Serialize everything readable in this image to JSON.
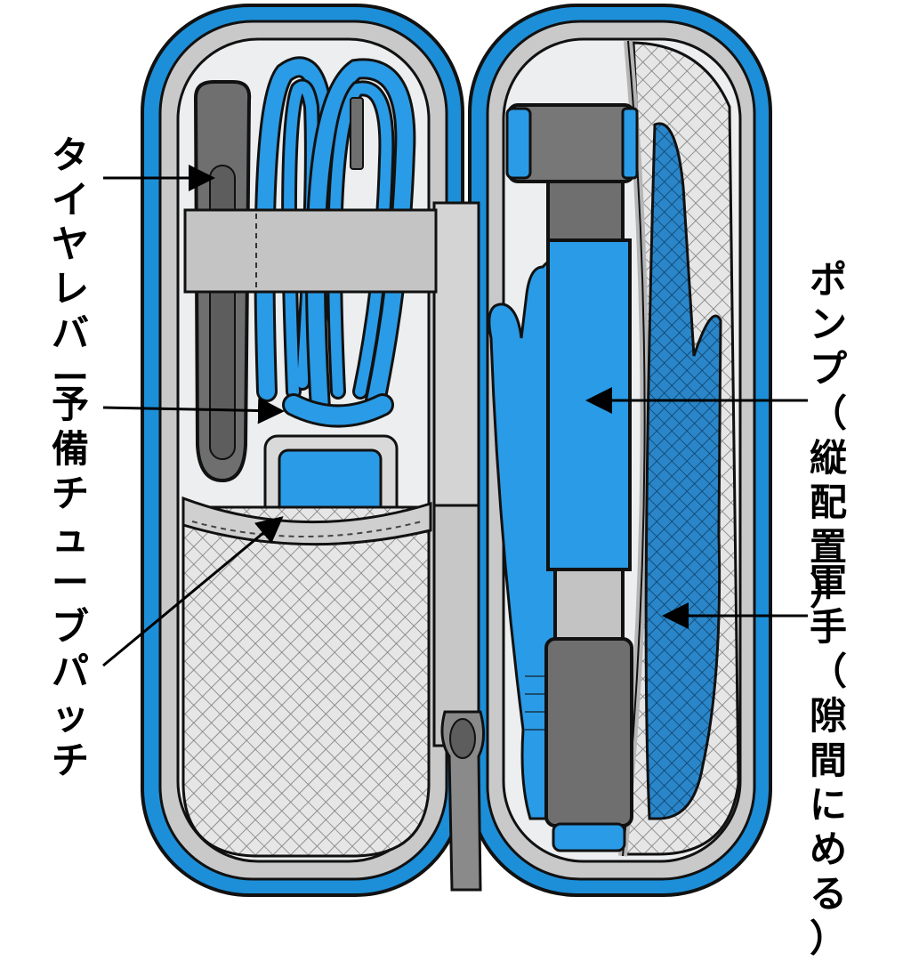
{
  "labels": {
    "tire_lever": "タイヤレバー",
    "spare_tube": "予備チューブ",
    "patch": "パッチ",
    "pump": "ポンプ（縦配置）",
    "gloves": "軍手（隙間にめる）"
  },
  "colors": {
    "case_blue": "#1d8fd8",
    "inner_blue": "#2a9be6",
    "gray_dark": "#6f6f70",
    "gray_light": "#c9c9c9",
    "interior": "#e9ebec",
    "mesh": "#d6d6d6",
    "outline": "#111111"
  }
}
